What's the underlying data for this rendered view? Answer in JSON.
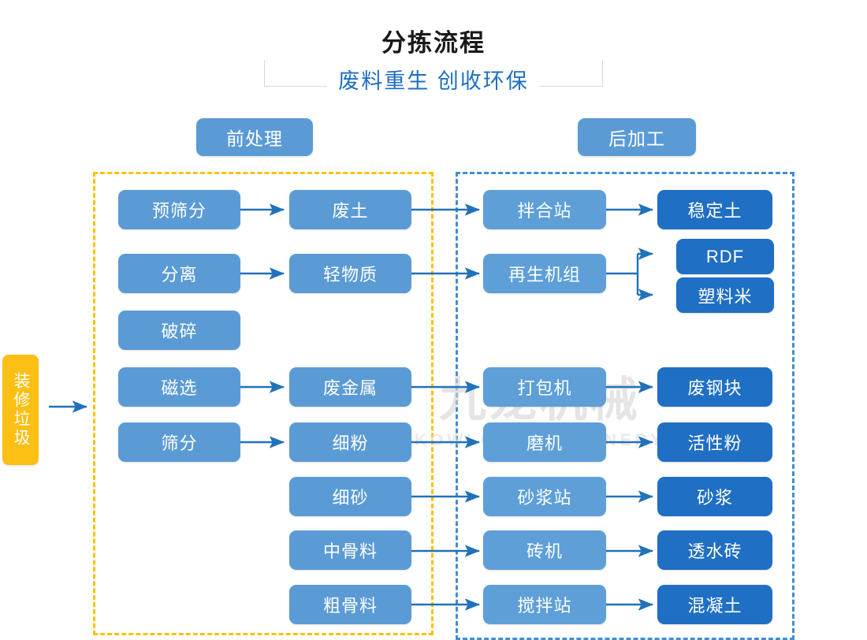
{
  "title": {
    "main": "分拣流程",
    "subtitle": "废料重生 创收环保"
  },
  "sections": {
    "pre": {
      "label": "前处理",
      "border_color": "#ffc000"
    },
    "post": {
      "label": "后加工",
      "border_color": "#3f8ed6"
    }
  },
  "feed": {
    "label": "装修垃圾",
    "color": "#fcbf13"
  },
  "colors": {
    "stage_box": "#5b9bd5",
    "machine_box": "#5e9fd8",
    "product_box": "#1f6fc4",
    "arrow": "#2272b8",
    "title_sub": "#1f6fc0"
  },
  "nodes": {
    "pre_steps": [
      {
        "label": "预筛分"
      },
      {
        "label": "分离"
      },
      {
        "label": "破碎"
      },
      {
        "label": "磁选"
      },
      {
        "label": "筛分"
      }
    ],
    "materials": [
      {
        "label": "废土"
      },
      {
        "label": "轻物质"
      },
      {
        "label": "废金属"
      },
      {
        "label": "细粉"
      },
      {
        "label": "细砂"
      },
      {
        "label": "中骨料"
      },
      {
        "label": "粗骨料"
      }
    ],
    "machines": [
      {
        "label": "拌合站"
      },
      {
        "label": "再生机组"
      },
      {
        "label": "打包机"
      },
      {
        "label": "磨机"
      },
      {
        "label": "砂浆站"
      },
      {
        "label": "砖机"
      },
      {
        "label": "搅拌站"
      }
    ],
    "products": [
      {
        "label": "稳定土"
      },
      {
        "label": "RDF"
      },
      {
        "label": "塑料米"
      },
      {
        "label": "废钢块"
      },
      {
        "label": "活性粉"
      },
      {
        "label": "砂浆"
      },
      {
        "label": "透水砖"
      },
      {
        "label": "混凝土"
      }
    ]
  },
  "watermark": {
    "cn": "九龙机械",
    "en": "KOWLOONMACHINERY"
  },
  "chart_data": {
    "type": "diagram",
    "title": "分拣流程",
    "subtitle": "废料重生 创收环保",
    "input": "装修垃圾",
    "groups": [
      "前处理",
      "后加工"
    ],
    "flows": [
      {
        "from": "装修垃圾",
        "to": "前处理"
      },
      {
        "from": "预筛分",
        "to": "废土"
      },
      {
        "from": "分离",
        "to": "轻物质"
      },
      {
        "from": "磁选",
        "to": "废金属"
      },
      {
        "from": "筛分",
        "to": "细粉"
      },
      {
        "from": "废土",
        "to": "拌合站"
      },
      {
        "from": "轻物质",
        "to": "再生机组"
      },
      {
        "from": "废金属",
        "to": "打包机"
      },
      {
        "from": "细粉",
        "to": "磨机"
      },
      {
        "from": "细砂",
        "to": "砂浆站"
      },
      {
        "from": "中骨料",
        "to": "砖机"
      },
      {
        "from": "粗骨料",
        "to": "搅拌站"
      },
      {
        "from": "拌合站",
        "to": "稳定土"
      },
      {
        "from": "再生机组",
        "to": "RDF"
      },
      {
        "from": "再生机组",
        "to": "塑料米"
      },
      {
        "from": "打包机",
        "to": "废钢块"
      },
      {
        "from": "磨机",
        "to": "活性粉"
      },
      {
        "from": "砂浆站",
        "to": "砂浆"
      },
      {
        "from": "砖机",
        "to": "透水砖"
      },
      {
        "from": "搅拌站",
        "to": "混凝土"
      }
    ]
  }
}
